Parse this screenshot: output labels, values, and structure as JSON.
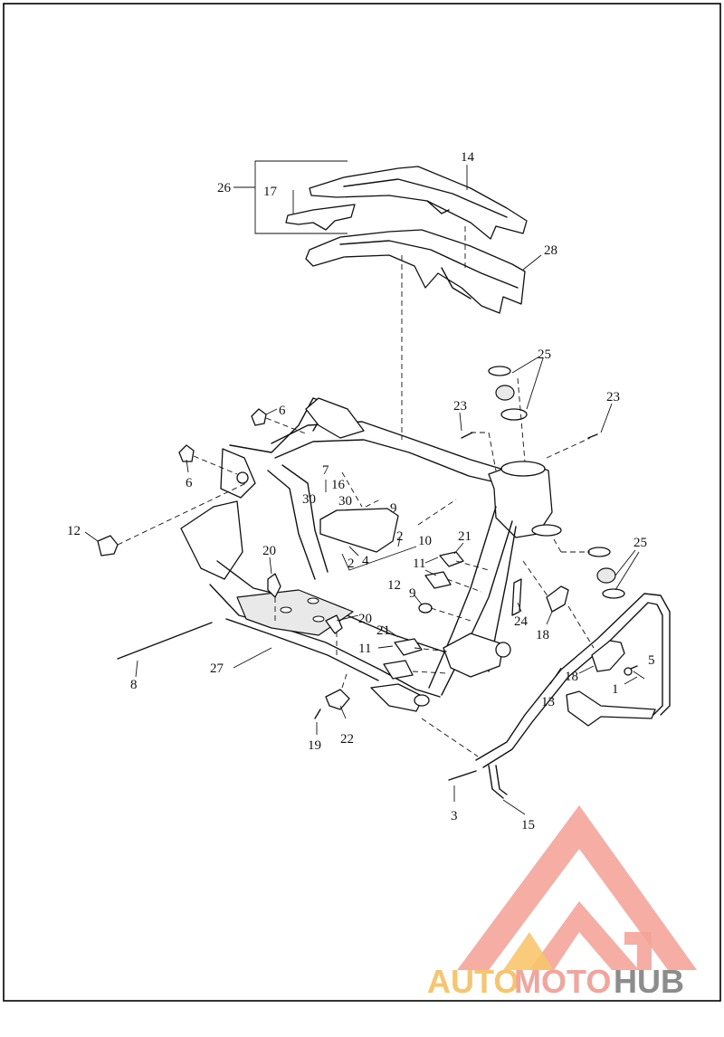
{
  "callouts": {
    "c1": "1",
    "c2a": "2",
    "c2b": "2",
    "c3": "3",
    "c4": "4",
    "c5": "5",
    "c6a": "6",
    "c6b": "6",
    "c7": "7",
    "c8": "8",
    "c9a": "9",
    "c9b": "9",
    "c10": "10",
    "c11a": "11",
    "c11b": "11",
    "c12a": "12",
    "c12b": "12",
    "c13": "13",
    "c14": "14",
    "c15": "15",
    "c16": "16",
    "c17": "17",
    "c18a": "18",
    "c18b": "18",
    "c19": "19",
    "c20a": "20",
    "c20b": "20",
    "c21a": "21",
    "c21b": "21",
    "c22": "22",
    "c23a": "23",
    "c23b": "23",
    "c24": "24",
    "c25a": "25",
    "c25b": "25",
    "c26": "26",
    "c27": "27",
    "c28": "28",
    "c30a": "30",
    "c30b": "30"
  },
  "watermark": {
    "word_part1": "AUTO",
    "word_part2": "MOTO",
    "word_part3": "HUB",
    "color_primary": "#f4a49a",
    "color_secondary": "#f8c56c",
    "color_dark": "#8c8c8c"
  }
}
